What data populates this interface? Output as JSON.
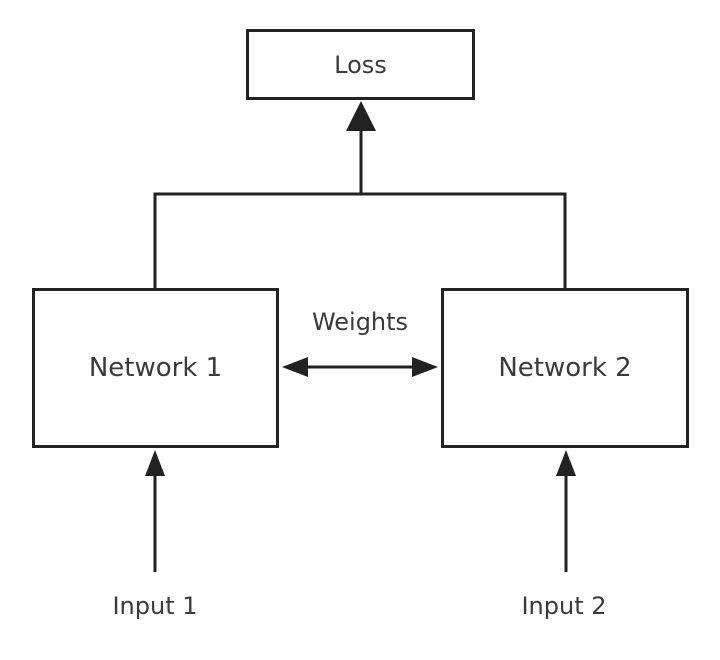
{
  "diagram": {
    "nodes": {
      "loss": {
        "label": "Loss"
      },
      "network_1": {
        "label": "Network 1"
      },
      "network_2": {
        "label": "Network 2"
      }
    },
    "edge_labels": {
      "weights": "Weights"
    },
    "inputs": {
      "input_1": "Input 1",
      "input_2": "Input 2"
    },
    "colors": {
      "stroke": "#222222",
      "text": "#3a3a3a",
      "background": "#ffffff"
    }
  }
}
